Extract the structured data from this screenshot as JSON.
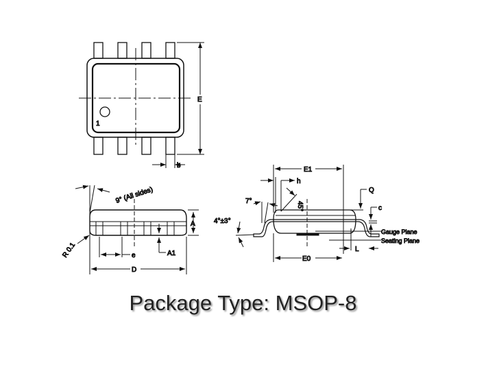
{
  "title": "Package Type: MSOP-8",
  "top_view": {
    "pin1_label": "1",
    "dim_E": "E",
    "dim_b": "b"
  },
  "side_view": {
    "angle_label": "9° (All sides)",
    "radius_label": "R 0.1",
    "dim_A": "A",
    "dim_A1": "A1",
    "dim_e": "e",
    "dim_D": "D"
  },
  "end_view": {
    "dim_E1": "E1",
    "dim_h": "h",
    "angle_7": "7°",
    "angle_45": "45°",
    "angle_4": "4°±3°",
    "dim_Q": "Q",
    "dim_c": "c",
    "gauge_plane": "Gauge Plane",
    "seating_plane": "Seating Plane",
    "dim_L": "L",
    "dim_E0": "E0"
  }
}
